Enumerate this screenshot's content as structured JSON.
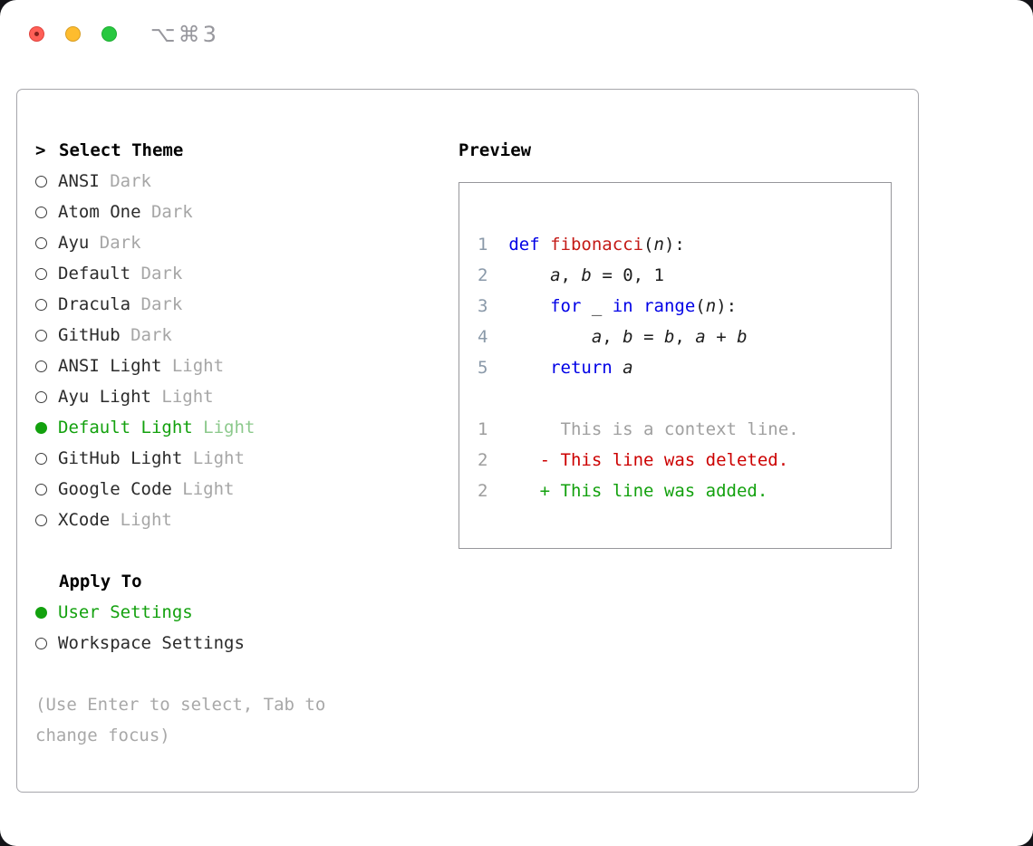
{
  "window": {
    "title": "⌥⌘3",
    "traffic_lights": [
      "close-icon",
      "minimize-icon",
      "zoom-icon"
    ]
  },
  "colors": {
    "accent_green": "#13a10e",
    "muted_green_suffix": "#8cc98c",
    "keyword_blue": "#0000e6",
    "function_red": "#c41a16",
    "deleted_red": "#cc0000",
    "added_green": "#13a10e",
    "muted_gray": "#a6a6a6",
    "code_line_number": "#8a99a9"
  },
  "theme_selector": {
    "prompt": ">",
    "heading": "Select Theme",
    "items": [
      {
        "name": "ANSI",
        "tag": "Dark",
        "selected": false
      },
      {
        "name": "Atom One",
        "tag": "Dark",
        "selected": false
      },
      {
        "name": "Ayu",
        "tag": "Dark",
        "selected": false
      },
      {
        "name": "Default",
        "tag": "Dark",
        "selected": false
      },
      {
        "name": "Dracula",
        "tag": "Dark",
        "selected": false
      },
      {
        "name": "GitHub",
        "tag": "Dark",
        "selected": false
      },
      {
        "name": "ANSI Light",
        "tag": "Light",
        "selected": false
      },
      {
        "name": "Ayu Light",
        "tag": "Light",
        "selected": false
      },
      {
        "name": "Default Light",
        "tag": "Light",
        "selected": true
      },
      {
        "name": "GitHub Light",
        "tag": "Light",
        "selected": false
      },
      {
        "name": "Google Code",
        "tag": "Light",
        "selected": false
      },
      {
        "name": "XCode",
        "tag": "Light",
        "selected": false
      }
    ]
  },
  "apply_to": {
    "heading": "Apply To",
    "options": [
      {
        "label": "User Settings",
        "selected": true
      },
      {
        "label": "Workspace Settings",
        "selected": false
      }
    ]
  },
  "hint": "(Use Enter to select, Tab to change focus)",
  "preview": {
    "heading": "Preview",
    "code_lines": [
      {
        "num": "1",
        "tokens": [
          {
            "t": "def",
            "c": "kw"
          },
          {
            "t": " ",
            "c": "pl"
          },
          {
            "t": "fibonacci",
            "c": "fn"
          },
          {
            "t": "(",
            "c": "pl"
          },
          {
            "t": "n",
            "c": "var"
          },
          {
            "t": "):",
            "c": "pl"
          }
        ]
      },
      {
        "num": "2",
        "tokens": [
          {
            "t": "    ",
            "c": "pl"
          },
          {
            "t": "a",
            "c": "var"
          },
          {
            "t": ", ",
            "c": "pl"
          },
          {
            "t": "b",
            "c": "var"
          },
          {
            "t": " = ",
            "c": "pl"
          },
          {
            "t": "0, 1",
            "c": "pl"
          }
        ]
      },
      {
        "num": "3",
        "tokens": [
          {
            "t": "    ",
            "c": "pl"
          },
          {
            "t": "for",
            "c": "kw"
          },
          {
            "t": " _ ",
            "c": "pl"
          },
          {
            "t": "in",
            "c": "kw"
          },
          {
            "t": " ",
            "c": "pl"
          },
          {
            "t": "range",
            "c": "kw"
          },
          {
            "t": "(",
            "c": "pl"
          },
          {
            "t": "n",
            "c": "var"
          },
          {
            "t": "):",
            "c": "pl"
          }
        ]
      },
      {
        "num": "4",
        "tokens": [
          {
            "t": "        ",
            "c": "pl"
          },
          {
            "t": "a",
            "c": "var"
          },
          {
            "t": ", ",
            "c": "pl"
          },
          {
            "t": "b",
            "c": "var"
          },
          {
            "t": " = ",
            "c": "pl"
          },
          {
            "t": "b",
            "c": "var"
          },
          {
            "t": ", ",
            "c": "pl"
          },
          {
            "t": "a",
            "c": "var"
          },
          {
            "t": " + ",
            "c": "pl"
          },
          {
            "t": "b",
            "c": "var"
          }
        ]
      },
      {
        "num": "5",
        "tokens": [
          {
            "t": "    ",
            "c": "pl"
          },
          {
            "t": "return",
            "c": "kw"
          },
          {
            "t": " ",
            "c": "pl"
          },
          {
            "t": "a",
            "c": "var"
          }
        ]
      }
    ],
    "diff_lines": [
      {
        "num": "1",
        "marker": " ",
        "text": "This is a context line.",
        "kind": "context"
      },
      {
        "num": "2",
        "marker": "-",
        "text": "This line was deleted.",
        "kind": "deleted"
      },
      {
        "num": "2",
        "marker": "+",
        "text": "This line was added.",
        "kind": "added"
      }
    ]
  }
}
